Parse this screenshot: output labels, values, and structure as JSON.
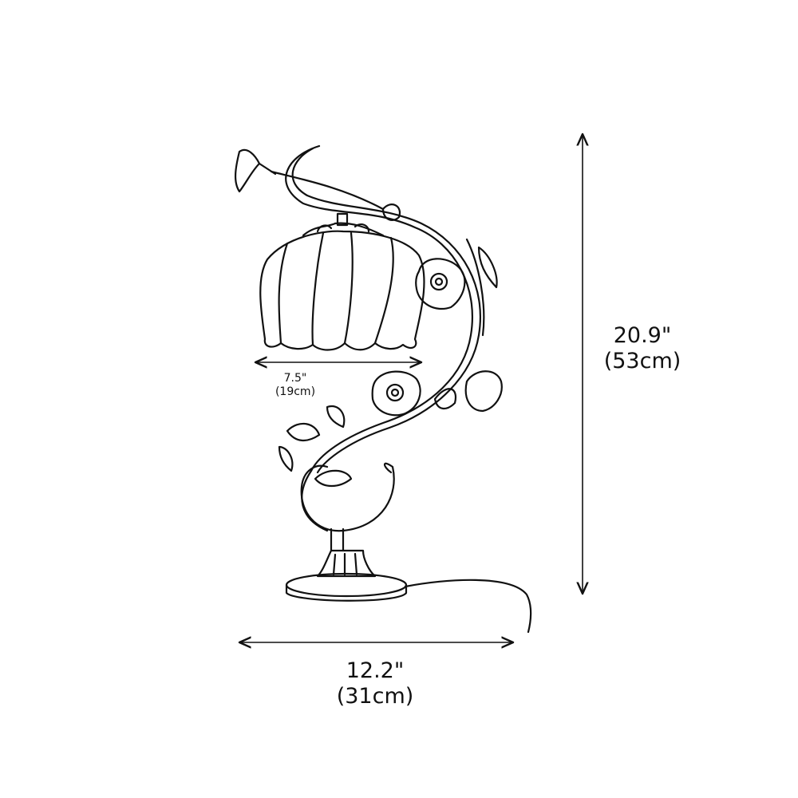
{
  "dimensions": {
    "shade_width": {
      "inch": "7.5\"",
      "cm": "(19cm)"
    },
    "height": {
      "inch": "20.9\"",
      "cm": "(53cm)"
    },
    "width": {
      "inch": "12.2\"",
      "cm": "(31cm)"
    }
  },
  "colors": {
    "line": "#111111",
    "background": "#ffffff"
  }
}
